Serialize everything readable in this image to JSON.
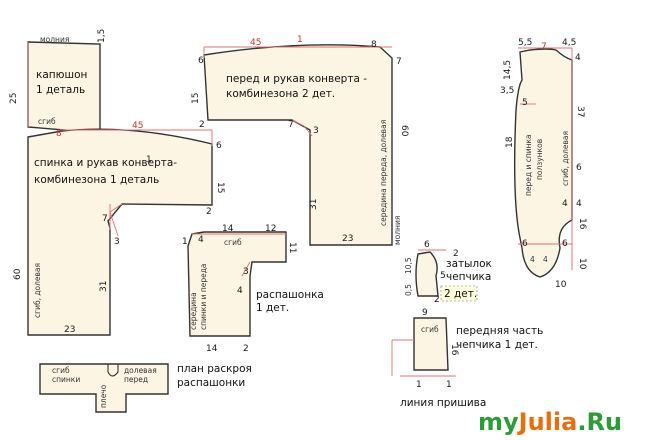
{
  "hood": {
    "title": "капюшон",
    "subtitle": "1 деталь",
    "zipper": "молния",
    "d_top": "1,5",
    "d_side": "25",
    "fold": "сгиб"
  },
  "back": {
    "line1": "спинка и рукав конверта-",
    "line2": "комбинезона 1 деталь",
    "d45": "45",
    "d8": "8",
    "d1": "1",
    "d6": "6",
    "d15": "15",
    "d2": "2",
    "d7": "7",
    "d3": "3",
    "d31": "31",
    "d60": "60",
    "d23": "23",
    "fold": "сгиб, долевая"
  },
  "front": {
    "line1": "перед и рукав конверта -",
    "line2": "комбинезона 2 дет.",
    "d45": "45",
    "d1": "1",
    "d8": "8",
    "d6": "6",
    "d7": "7",
    "d15": "15",
    "d2": "2",
    "d7b": "7",
    "d3": "3",
    "d31": "31",
    "d60": "60",
    "d23": "23",
    "grain": "середина переда, долевая",
    "zipper": "молния"
  },
  "romper": {
    "d55": "5,5",
    "d7": "7",
    "d45": "4,5",
    "d145": "14,5",
    "d4top": "4",
    "d35": "3,5",
    "d5": "5",
    "d18": "18",
    "d37": "37",
    "d6": "6",
    "d4a": "4",
    "d4b": "4",
    "d16": "16",
    "d6b": "6",
    "d10a": "10",
    "d10b": "10",
    "d4c": "4",
    "d4d": "4",
    "label1": "перед и спинка",
    "label2": "ползунков",
    "fold": "сгиб, долевая"
  },
  "vest": {
    "d14": "14",
    "d12": "12",
    "d4": "4",
    "d1": "1",
    "d11": "11",
    "fold": "сгиб",
    "d3": "3",
    "d4b": "4",
    "d14b": "14",
    "d2": "2",
    "side1": "середина",
    "side2": "спинки и переда",
    "title": "распашонка",
    "subtitle": "1 дет."
  },
  "cap_back": {
    "d6": "6",
    "d2": "2",
    "d105": "10,5",
    "d05": "0,5",
    "d5": "5",
    "d2b": "2",
    "title": "затылок",
    "subtitle": "чепчика",
    "count": "2 дет."
  },
  "cap_front": {
    "d9": "9",
    "fold": "сгиб",
    "d16": "16",
    "d1a": "1",
    "d1b": "1",
    "title": "передняя часть",
    "subtitle": "чепчика 1 дет.",
    "seam": "линия пришива"
  },
  "layout": {
    "fold1": "сгиб",
    "fold2": "спинки",
    "grain1": "долевая",
    "grain2": "перед",
    "shoulder": "плечо",
    "title": "план раскроя",
    "subtitle": "распашонки"
  },
  "brand": {
    "part1": "my",
    "part2": "Julia",
    "part3": ".Ru"
  },
  "colors": {
    "paper": "#fcf5e3",
    "outline": "#333333",
    "guide": "#e07070",
    "brand_green": "#2e9a3a",
    "brand_orange": "#e36f0f"
  }
}
